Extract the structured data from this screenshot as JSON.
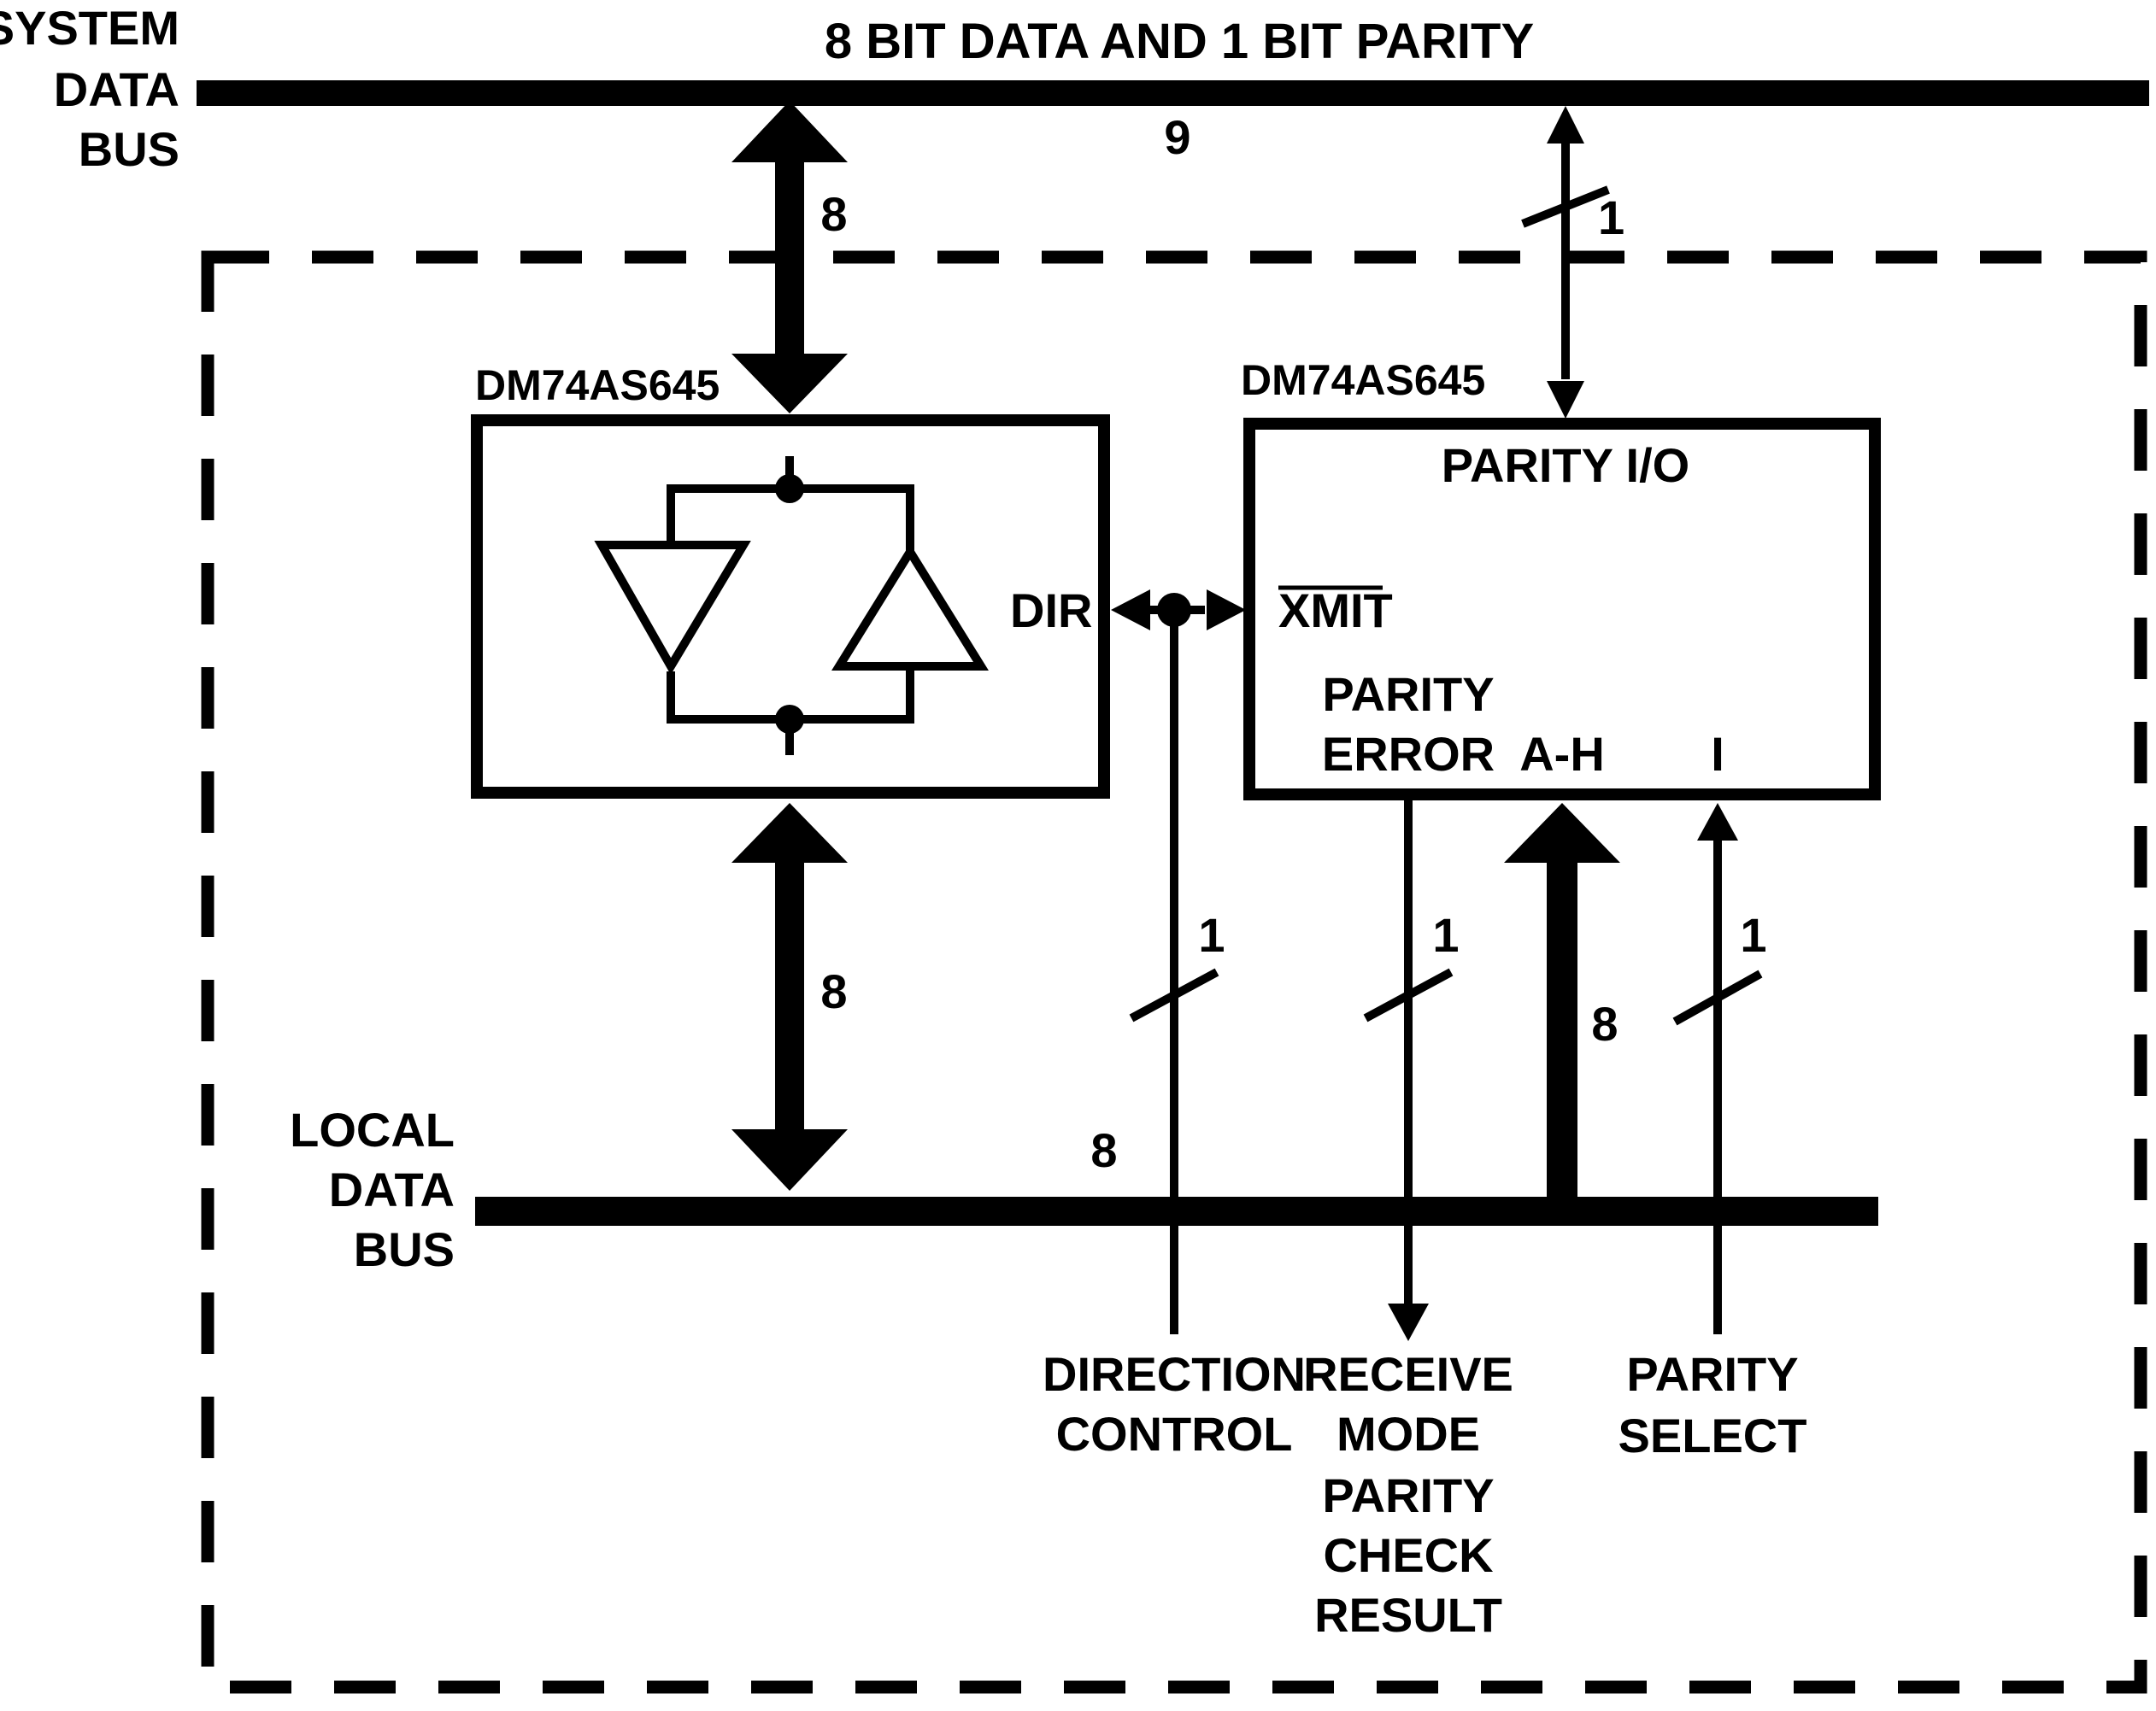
{
  "system_bus": {
    "label_line1": "SYSTEM",
    "label_line2": "DATA",
    "label_line3": "BUS",
    "title": "8 BIT DATA AND 1 BIT PARITY",
    "width": "9"
  },
  "transceiver": {
    "part_number": "DM74AS645",
    "dir_label": "DIR",
    "upper_width": "8",
    "lower_width": "8"
  },
  "parity_chip": {
    "part_number": "DM74AS645",
    "title": "PARITY I/O",
    "xmit_label": "XMIT",
    "parity_error_line1": "PARITY",
    "parity_error_line2": "ERROR",
    "ah_label": "A-H",
    "i_label": "I",
    "parity_bit_width": "1"
  },
  "local_bus": {
    "label_line1": "LOCAL",
    "label_line2": "DATA",
    "label_line3": "BUS",
    "width": "8"
  },
  "signals": {
    "direction_width": "1",
    "receive_width": "1",
    "ah_width": "8",
    "select_width": "1",
    "direction_line1": "DIRECTION",
    "direction_line2": "CONTROL",
    "receive_line1": "RECEIVE",
    "receive_line2": "MODE",
    "receive_line3": "PARITY",
    "receive_line4": "CHECK",
    "receive_line5": "RESULT",
    "select_line1": "PARITY",
    "select_line2": "SELECT"
  }
}
